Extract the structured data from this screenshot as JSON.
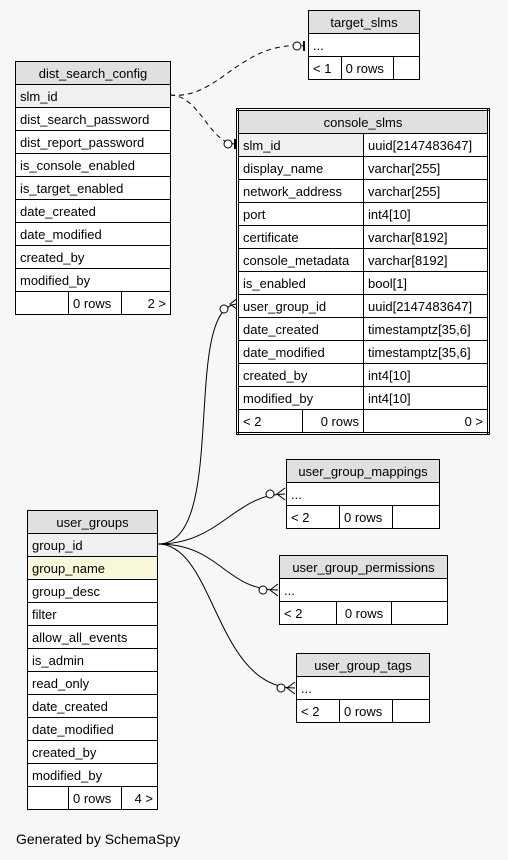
{
  "tables": {
    "target_slms": {
      "name": "target_slms",
      "rows": [
        "..."
      ],
      "footer": {
        "left": "< 1",
        "mid": "0 rows",
        "right": ""
      }
    },
    "dist_search_config": {
      "name": "dist_search_config",
      "rows": [
        "slm_id",
        "dist_search_password",
        "dist_report_password",
        "is_console_enabled",
        "is_target_enabled",
        "date_created",
        "date_modified",
        "created_by",
        "modified_by"
      ],
      "footer": {
        "left": "",
        "mid": "0 rows",
        "right": "2 >"
      }
    },
    "console_slms": {
      "name": "console_slms",
      "columns": [
        {
          "name": "slm_id",
          "type": "uuid[2147483647]"
        },
        {
          "name": "display_name",
          "type": "varchar[255]"
        },
        {
          "name": "network_address",
          "type": "varchar[255]"
        },
        {
          "name": "port",
          "type": "int4[10]"
        },
        {
          "name": "certificate",
          "type": "varchar[8192]"
        },
        {
          "name": "console_metadata",
          "type": "varchar[8192]"
        },
        {
          "name": "is_enabled",
          "type": "bool[1]"
        },
        {
          "name": "user_group_id",
          "type": "uuid[2147483647]"
        },
        {
          "name": "date_created",
          "type": "timestamptz[35,6]"
        },
        {
          "name": "date_modified",
          "type": "timestamptz[35,6]"
        },
        {
          "name": "created_by",
          "type": "int4[10]"
        },
        {
          "name": "modified_by",
          "type": "int4[10]"
        }
      ],
      "footer": {
        "left": "< 2",
        "mid": "0 rows",
        "right": "0 >"
      }
    },
    "user_group_mappings": {
      "name": "user_group_mappings",
      "rows": [
        "..."
      ],
      "footer": {
        "left": "< 2",
        "mid": "0 rows",
        "right": ""
      }
    },
    "user_group_permissions": {
      "name": "user_group_permissions",
      "rows": [
        "..."
      ],
      "footer": {
        "left": "< 2",
        "mid": "0 rows",
        "right": ""
      }
    },
    "user_group_tags": {
      "name": "user_group_tags",
      "rows": [
        "..."
      ],
      "footer": {
        "left": "< 2",
        "mid": "0 rows",
        "right": ""
      }
    },
    "user_groups": {
      "name": "user_groups",
      "rows": [
        "group_id",
        "group_name",
        "group_desc",
        "filter",
        "allow_all_events",
        "is_admin",
        "read_only",
        "date_created",
        "date_modified",
        "created_by",
        "modified_by"
      ],
      "footer": {
        "left": "",
        "mid": "0 rows",
        "right": "4 >"
      }
    }
  },
  "footer_text": "Generated by SchemaSpy"
}
